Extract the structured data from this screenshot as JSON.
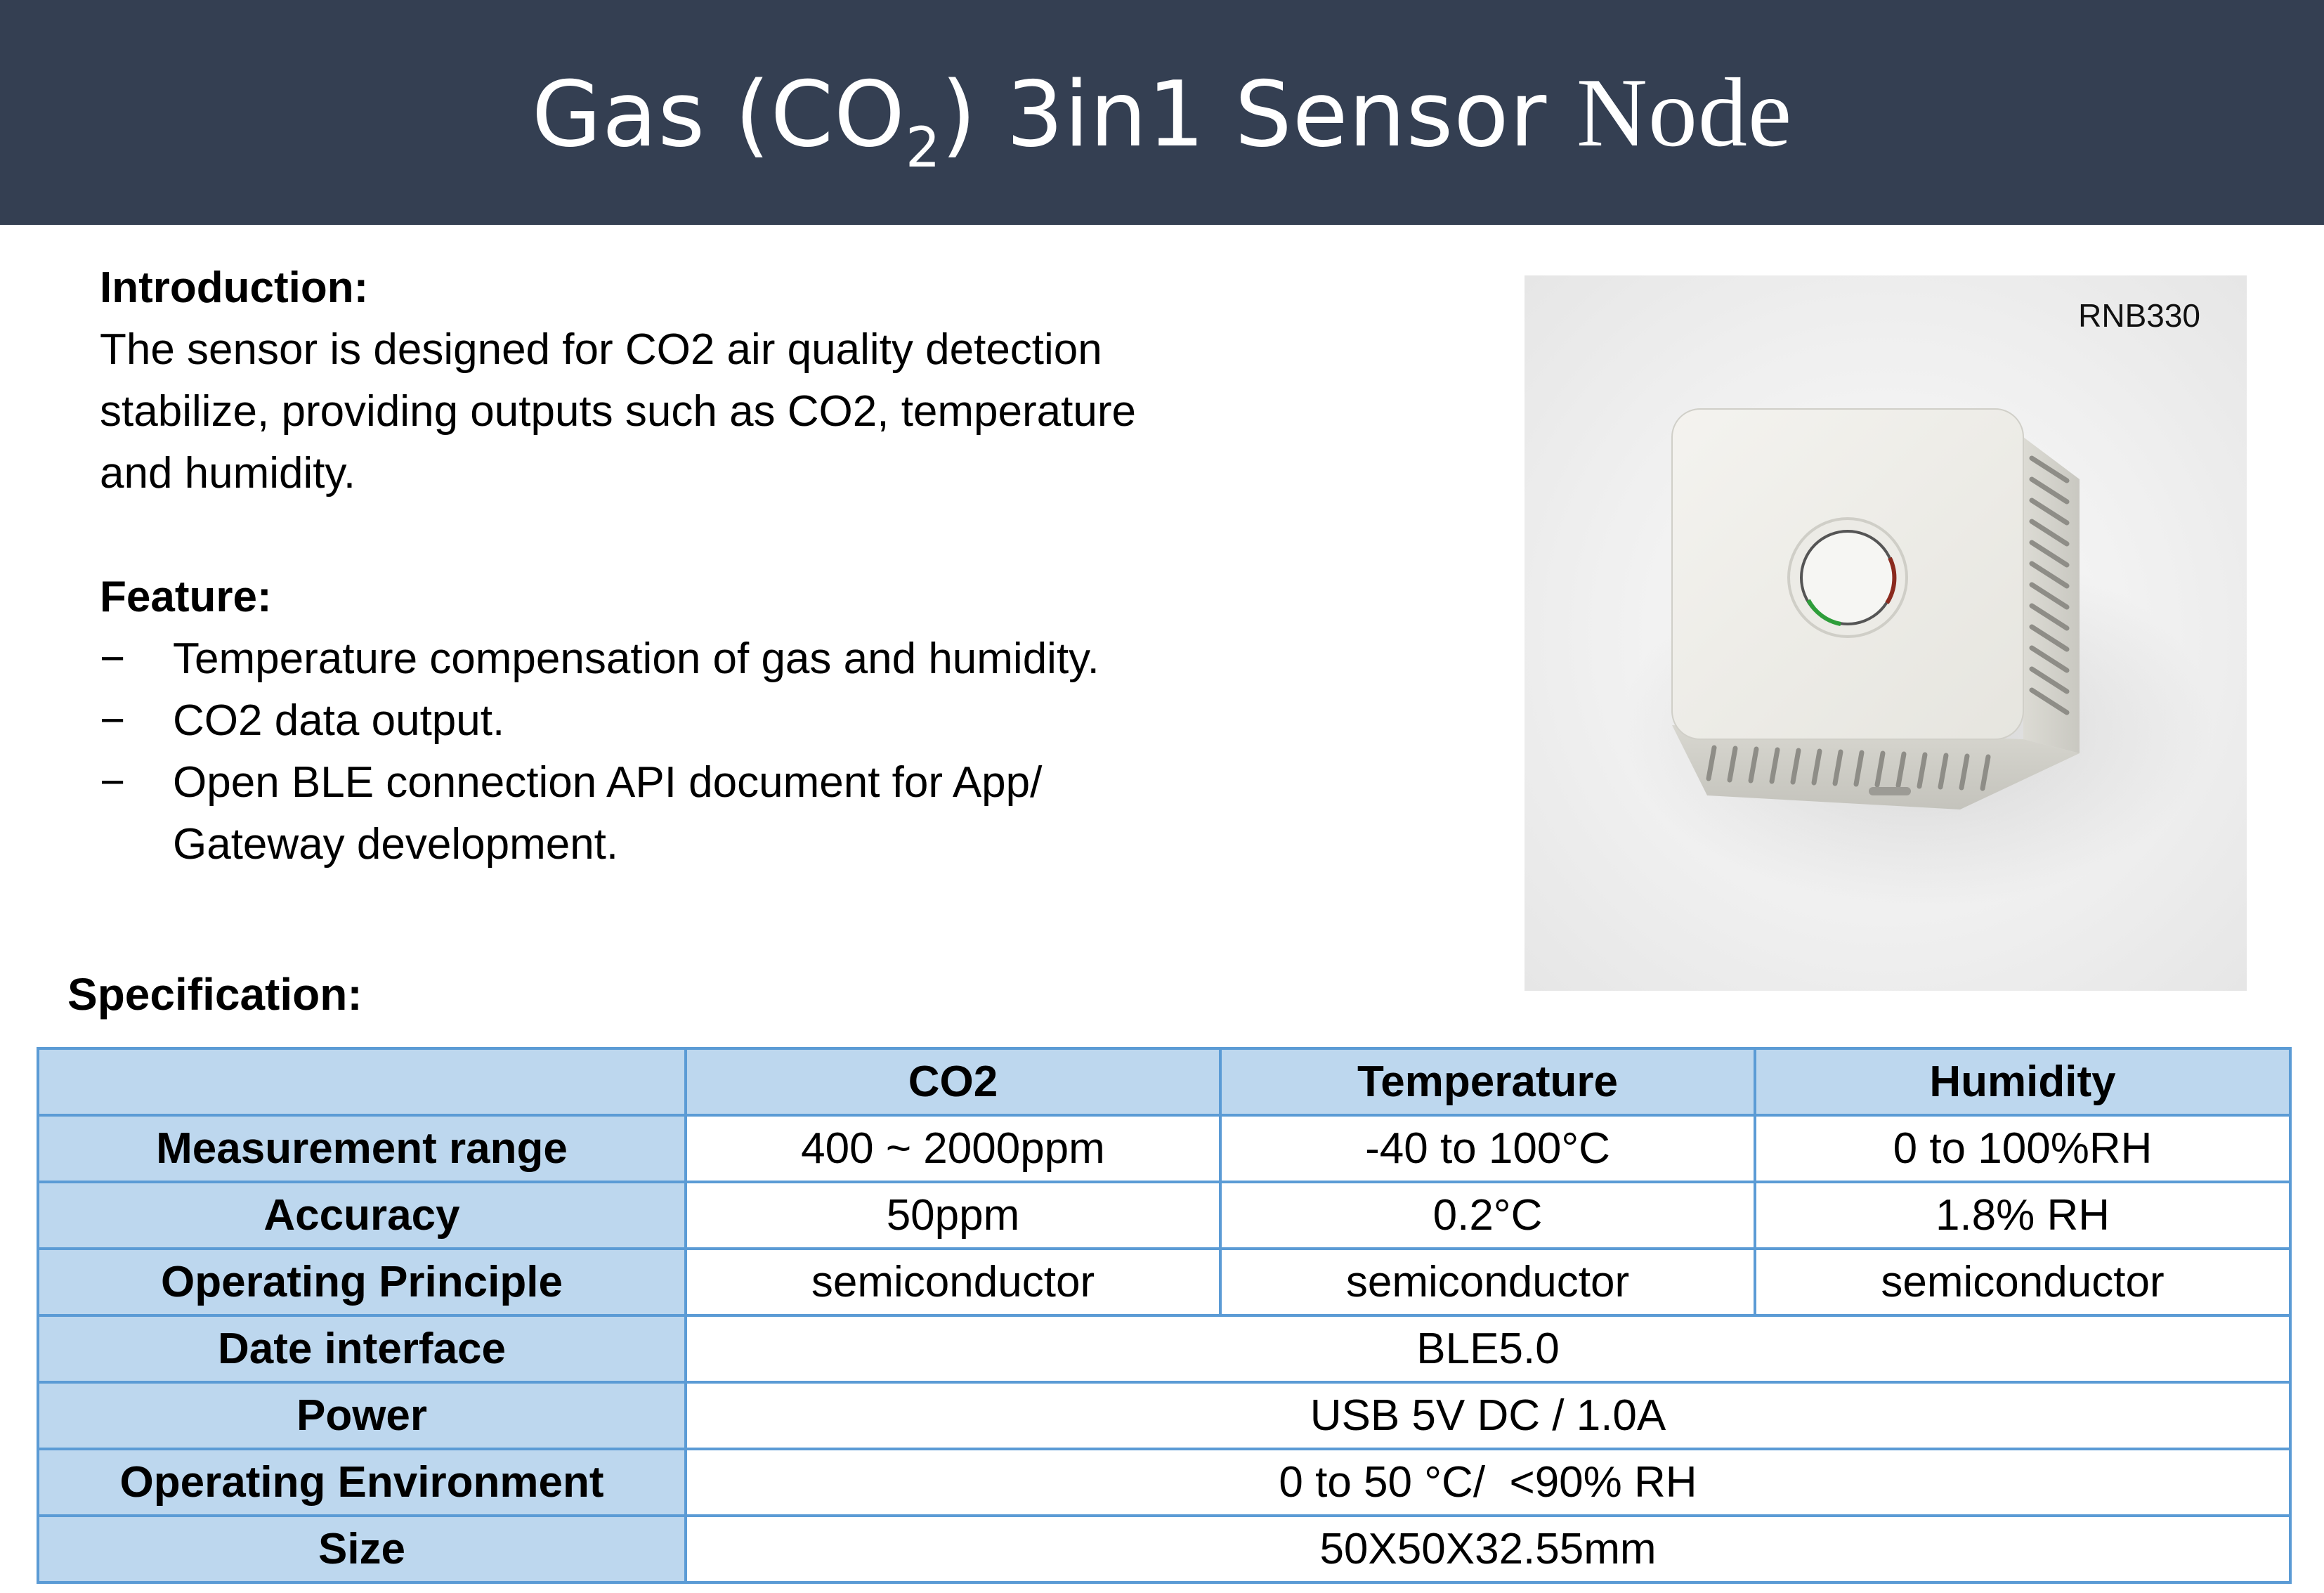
{
  "header": {
    "title_part1": "Gas (CO",
    "title_sub": "2",
    "title_part2": ") 3in1 Sensor ",
    "title_part3": "Node"
  },
  "introduction": {
    "heading": "Introduction:",
    "lines": [
      "The sensor is designed for CO2 air quality detection",
      "stabilize, providing outputs such as CO2, temperature",
      "and humidity."
    ]
  },
  "feature": {
    "heading": "Feature:",
    "dash": "−",
    "items": [
      [
        "Temperature compensation of gas and humidity."
      ],
      [
        "CO2 data output."
      ],
      [
        "Open BLE connection API document for App/",
        "Gateway development."
      ]
    ]
  },
  "product": {
    "model": "RNB330",
    "icon": "sensor-device-photo"
  },
  "specification": {
    "heading": "Specification:",
    "columns": [
      "",
      "CO2",
      "Temperature",
      "Humidity"
    ],
    "rows": [
      {
        "label": "Measurement range",
        "values": [
          "400 ~ 2000ppm",
          "-40 to 100°C",
          "0 to 100%RH"
        ]
      },
      {
        "label": "Accuracy",
        "values": [
          "50ppm",
          "0.2°C",
          "1.8% RH"
        ]
      },
      {
        "label": "Operating Principle",
        "values": [
          "semiconductor",
          "semiconductor",
          "semiconductor"
        ]
      },
      {
        "label": "Date interface",
        "span_value": "BLE5.0"
      },
      {
        "label": "Power",
        "span_value": "USB 5V DC / 1.0A"
      },
      {
        "label": "Operating Environment",
        "span_value": "0 to 50 °C/  <90% RH"
      },
      {
        "label": "Size",
        "span_value": "50X50X32.55mm"
      }
    ]
  },
  "colors": {
    "header_bg": "#343f52",
    "table_header_bg": "#bdd7ee",
    "table_border": "#5b9bd5"
  }
}
